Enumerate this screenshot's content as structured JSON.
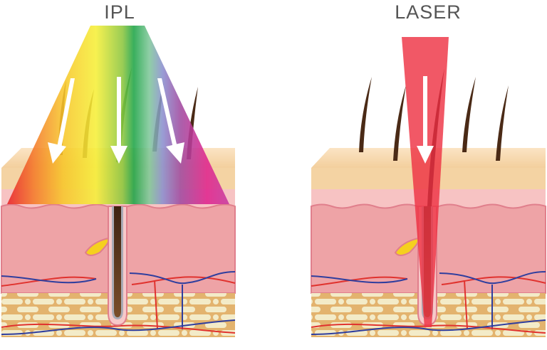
{
  "panels": [
    {
      "id": "ipl",
      "title": "IPL",
      "beam": "broad-spectrum rainbow light",
      "arrows": 3
    },
    {
      "id": "laser",
      "title": "LASER",
      "beam": "single red focused beam",
      "arrows": 1
    }
  ],
  "colors": {
    "title_text": "#555555",
    "epidermis": "#f6d6a8",
    "dermis_upper": "#f7c3c3",
    "dermis": "#eea3a6",
    "fat": "#e3b36e",
    "fat_cells": "#f3ebc8",
    "hair": "#4a2a16",
    "artery": "#e0322e",
    "vein": "#2f3e9e",
    "laser_beam": "#ee3344",
    "sebaceous": "#f5d01f"
  }
}
